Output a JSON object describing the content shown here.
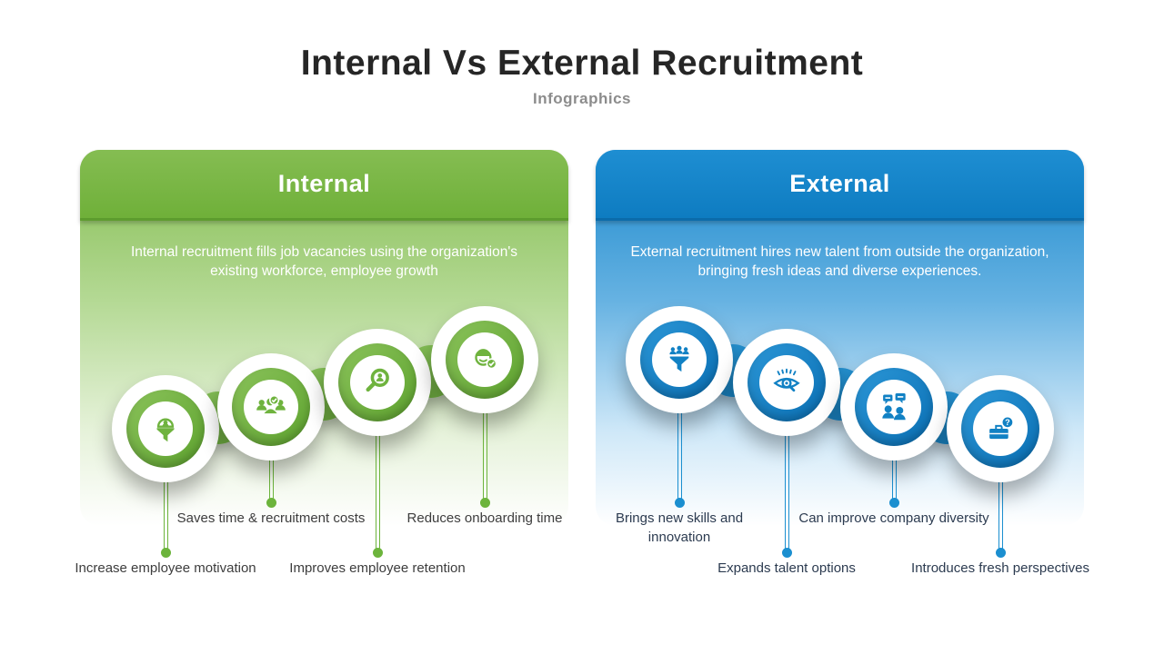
{
  "header": {
    "title": "Internal Vs External Recruitment",
    "subtitle": "Infographics"
  },
  "theme": {
    "title-color": "#262626",
    "subtitle-color": "#8c8c8c",
    "green-main": "#6fb33e",
    "green-header-top": "#85bd52",
    "green-header-bottom": "#6fb039",
    "blue-main": "#1181c4",
    "blue-header-top": "#1e8ed2",
    "blue-header-bottom": "#0e7cc1",
    "label-left": "#3d3d3d",
    "label-right": "#2c3b50"
  },
  "panels": [
    {
      "title": "Internal",
      "description": "Internal recruitment fills job vacancies using the organization's existing workforce, employee growth",
      "items": [
        {
          "label": "Increase employee motivation",
          "icon": "person-funnel-icon"
        },
        {
          "label": "Saves time & recruitment costs",
          "icon": "team-check-icon"
        },
        {
          "label": "Improves employee retention",
          "icon": "search-person-icon"
        },
        {
          "label": "Reduces onboarding time",
          "icon": "person-check-icon"
        }
      ]
    },
    {
      "title": "External",
      "description": "External recruitment hires new talent from outside the organization, bringing fresh ideas and diverse experiences.",
      "items": [
        {
          "label": "Brings new skills and innovation",
          "icon": "people-funnel-icon"
        },
        {
          "label": "Expands talent options",
          "icon": "eye-search-icon"
        },
        {
          "label": "Can improve company diversity",
          "icon": "interview-icon"
        },
        {
          "label": "Introduces fresh perspectives",
          "icon": "briefcase-question-icon"
        }
      ]
    }
  ]
}
